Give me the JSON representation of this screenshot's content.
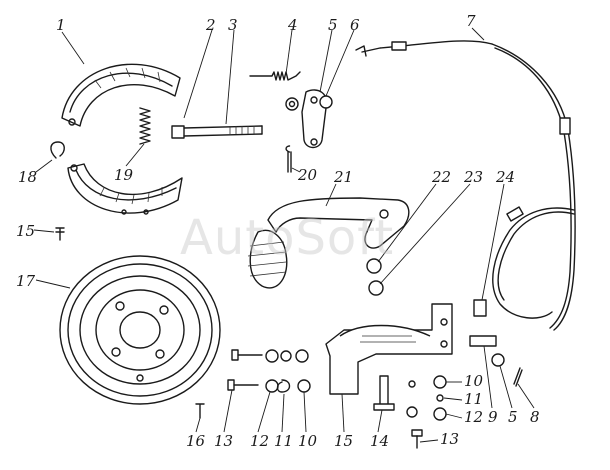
{
  "watermark": "AutoSoft",
  "callouts": [
    {
      "id": "c1",
      "text": "1"
    },
    {
      "id": "c2",
      "text": "2"
    },
    {
      "id": "c3",
      "text": "3"
    },
    {
      "id": "c4",
      "text": "4"
    },
    {
      "id": "c5",
      "text": "5"
    },
    {
      "id": "c6",
      "text": "6"
    },
    {
      "id": "c7",
      "text": "7"
    },
    {
      "id": "c18",
      "text": "18"
    },
    {
      "id": "c19",
      "text": "19"
    },
    {
      "id": "c20",
      "text": "20"
    },
    {
      "id": "c21",
      "text": "21"
    },
    {
      "id": "c22",
      "text": "22"
    },
    {
      "id": "c23",
      "text": "23"
    },
    {
      "id": "c24",
      "text": "24"
    },
    {
      "id": "c15a",
      "text": "15"
    },
    {
      "id": "c17",
      "text": "17"
    },
    {
      "id": "c10a",
      "text": "10"
    },
    {
      "id": "c11a",
      "text": "11"
    },
    {
      "id": "c12a",
      "text": "12"
    },
    {
      "id": "c9",
      "text": "9"
    },
    {
      "id": "c5b",
      "text": "5"
    },
    {
      "id": "c8",
      "text": "8"
    },
    {
      "id": "c16",
      "text": "16"
    },
    {
      "id": "c13a",
      "text": "13"
    },
    {
      "id": "c12b",
      "text": "12"
    },
    {
      "id": "c11b",
      "text": "11"
    },
    {
      "id": "c10b",
      "text": "10"
    },
    {
      "id": "c15b",
      "text": "15"
    },
    {
      "id": "c14",
      "text": "14"
    },
    {
      "id": "c13b",
      "text": "13"
    }
  ]
}
